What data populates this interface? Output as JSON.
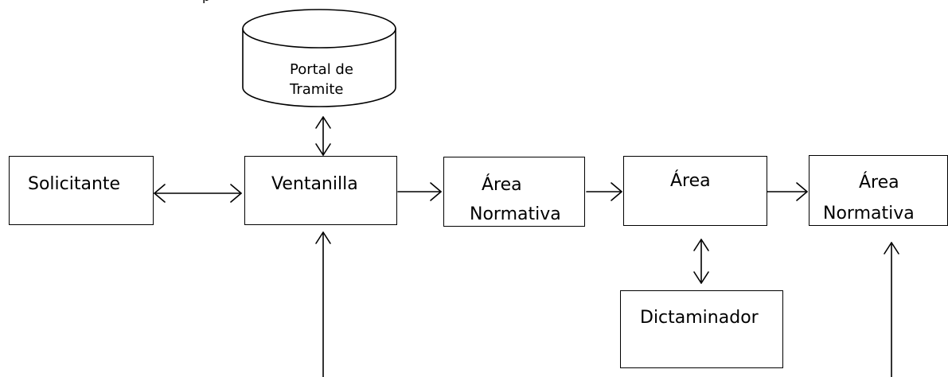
{
  "header": {
    "cropped_text": "p"
  },
  "nodes": {
    "portal": {
      "line1": "Portal de",
      "line2": "Tramite"
    },
    "solicitante": {
      "label": "Solicitante"
    },
    "ventanilla": {
      "label": "Ventanilla"
    },
    "area_normativa_1": {
      "line1": "Área",
      "line2": "Normativa"
    },
    "area": {
      "label": "Área"
    },
    "area_normativa_2": {
      "line1": "Área",
      "line2": "Normativa"
    },
    "dictaminador": {
      "label": "Dictaminador"
    }
  },
  "edges": [
    {
      "from": "solicitante",
      "to": "ventanilla",
      "direction": "both"
    },
    {
      "from": "ventanilla",
      "to": "portal",
      "direction": "both"
    },
    {
      "from": "ventanilla",
      "to": "area_normativa_1",
      "direction": "forward"
    },
    {
      "from": "area_normativa_1",
      "to": "area",
      "direction": "forward"
    },
    {
      "from": "area",
      "to": "area_normativa_2",
      "direction": "forward"
    },
    {
      "from": "area",
      "to": "dictaminador",
      "direction": "both"
    },
    {
      "from": "bottom",
      "to": "ventanilla",
      "direction": "forward"
    },
    {
      "from": "bottom",
      "to": "area_normativa_2",
      "direction": "forward"
    }
  ],
  "colors": {
    "stroke": "#000000",
    "fill": "#ffffff",
    "text": "#000000"
  }
}
